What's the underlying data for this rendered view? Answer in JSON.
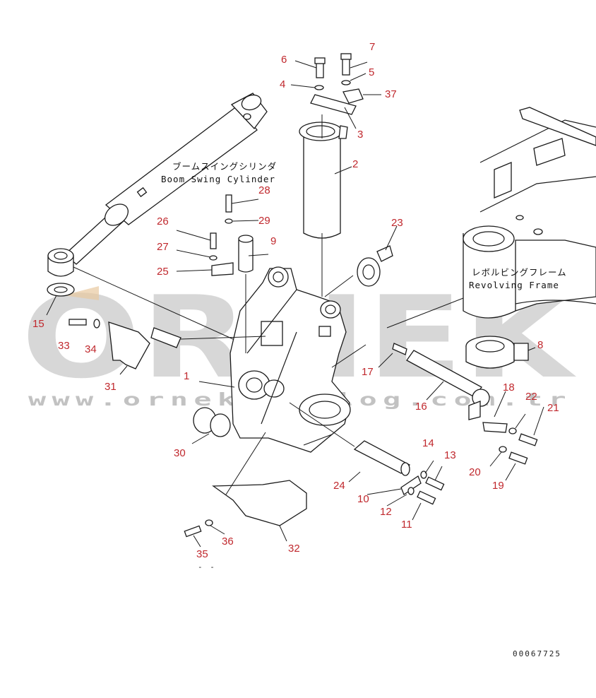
{
  "captions": {
    "boom_swing_jp": "ブームスイングシリンダ",
    "boom_swing_en": "Boom Swing Cylinder",
    "revolving_jp": "レボルビングフレーム",
    "revolving_en": "Revolving Frame"
  },
  "watermark": {
    "brand": "ORNEK",
    "url": "www.ornekkatalog.com.tr"
  },
  "drawing_code": "00067725",
  "callouts": {
    "c1": "1",
    "c2": "2",
    "c3": "3",
    "c4": "4",
    "c5": "5",
    "c6": "6",
    "c7": "7",
    "c8": "8",
    "c9": "9",
    "c10": "10",
    "c11": "11",
    "c12": "12",
    "c13": "13",
    "c14": "14",
    "c15": "15",
    "c16": "16",
    "c17": "17",
    "c18": "18",
    "c19": "19",
    "c20": "20",
    "c21": "21",
    "c22": "22",
    "c23": "23",
    "c24": "24",
    "c25": "25",
    "c26": "26",
    "c27": "27",
    "c28": "28",
    "c29": "29",
    "c30": "30",
    "c31": "31",
    "c32": "32",
    "c33": "33",
    "c34": "34",
    "c35": "35",
    "c36": "36",
    "c37": "37"
  },
  "colors": {
    "callout": "#c0282d",
    "line": "#1a1a1a",
    "watermark": "#c8c8c8"
  }
}
